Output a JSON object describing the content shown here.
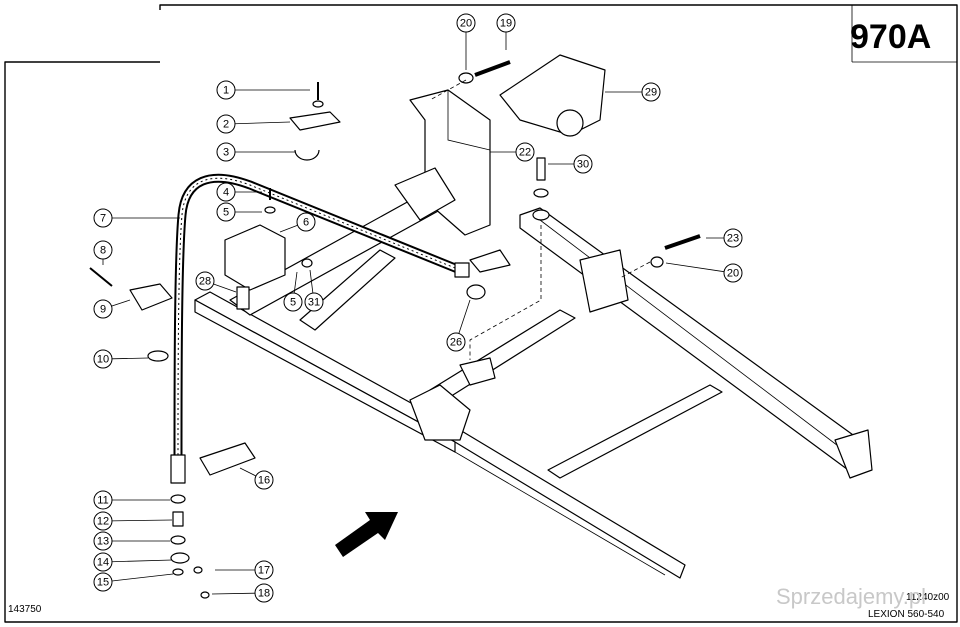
{
  "page": {
    "title": "970A",
    "drawing_number": "143750",
    "sheet_code": "11240z00",
    "model": "LEXION 560-540",
    "watermark": "Sprzedajemy.pl"
  },
  "callouts": [
    {
      "num": "1"
    },
    {
      "num": "2"
    },
    {
      "num": "3"
    },
    {
      "num": "4"
    },
    {
      "num": "5"
    },
    {
      "num": "6"
    },
    {
      "num": "7"
    },
    {
      "num": "8"
    },
    {
      "num": "9"
    },
    {
      "num": "10"
    },
    {
      "num": "11"
    },
    {
      "num": "12"
    },
    {
      "num": "13"
    },
    {
      "num": "14"
    },
    {
      "num": "15"
    },
    {
      "num": "16"
    },
    {
      "num": "17"
    },
    {
      "num": "18"
    },
    {
      "num": "19"
    },
    {
      "num": "20"
    },
    {
      "num": "22"
    },
    {
      "num": "23"
    },
    {
      "num": "20"
    },
    {
      "num": "26"
    },
    {
      "num": "28"
    },
    {
      "num": "5"
    },
    {
      "num": "31"
    },
    {
      "num": "29"
    },
    {
      "num": "30"
    }
  ]
}
